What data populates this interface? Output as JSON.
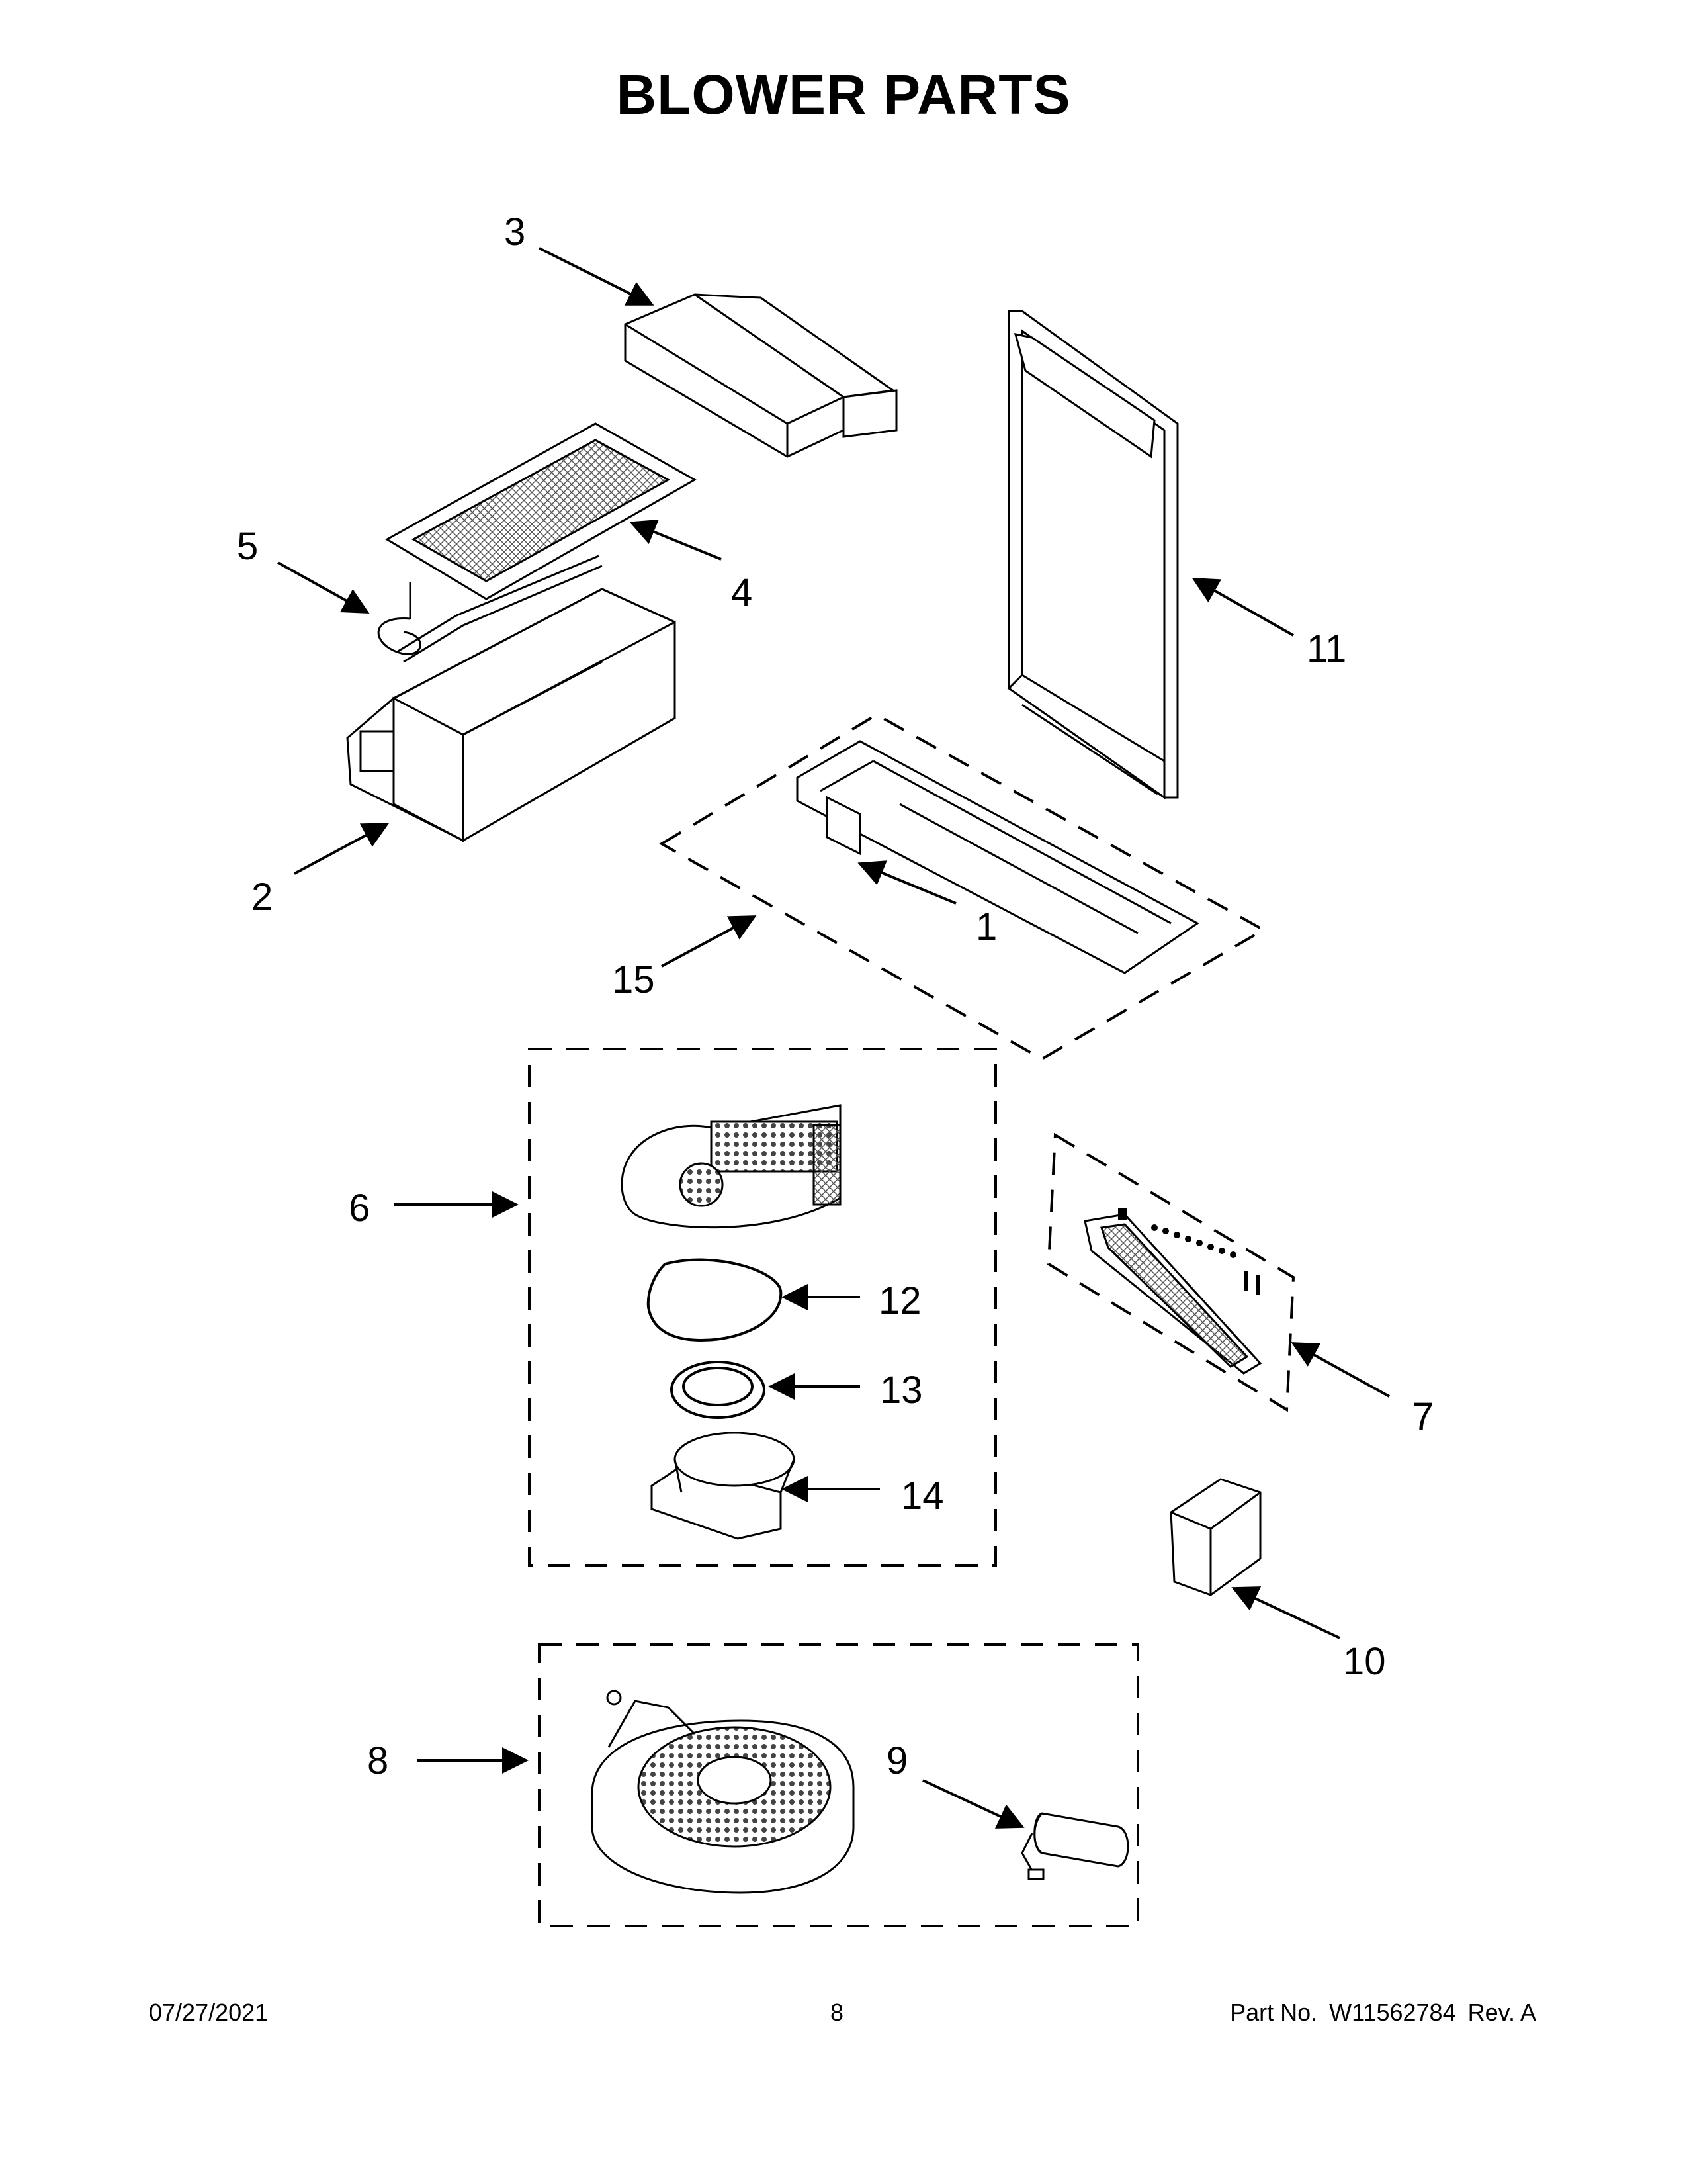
{
  "title": "BLOWER PARTS",
  "callouts": {
    "c1": "1",
    "c2": "2",
    "c3": "3",
    "c4": "4",
    "c5": "5",
    "c6": "6",
    "c7": "7",
    "c8": "8",
    "c9": "9",
    "c10": "10",
    "c11": "11",
    "c12": "12",
    "c13": "13",
    "c14": "14",
    "c15": "15"
  },
  "footer": {
    "date": "07/27/2021",
    "page": "8",
    "part_label": "Part No.",
    "part_number": "W11562784",
    "revision": "Rev.  A"
  }
}
